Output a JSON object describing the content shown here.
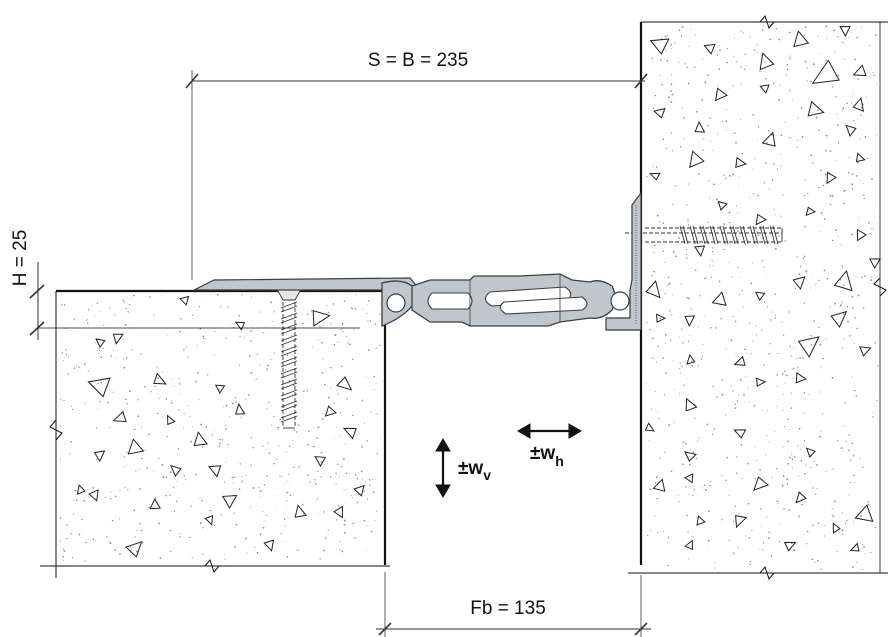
{
  "dimensions": {
    "span_label": "S = B = 235",
    "height_label": "H = 25",
    "gap_label": "Fb = 135"
  },
  "movement": {
    "vertical_prefix": "±w",
    "vertical_subscript": "v",
    "horizontal_prefix": "±w",
    "horizontal_subscript": "h"
  },
  "colors": {
    "line": "#111111",
    "profile_fill": "#bfc6cc",
    "profile_stroke": "#3a3f44",
    "concrete_dot": "#888888",
    "dim_line": "#333333"
  }
}
